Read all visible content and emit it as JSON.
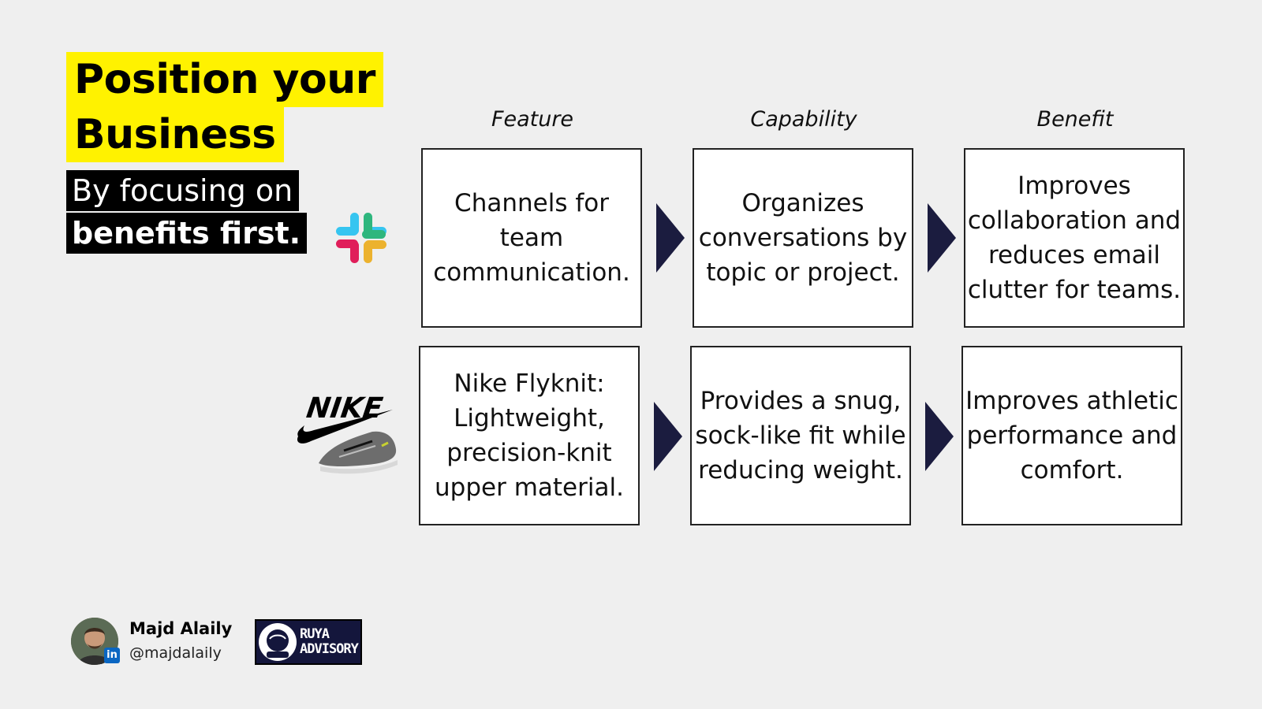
{
  "title": {
    "line1": "Position your",
    "line2": "Business"
  },
  "subtitle": {
    "line1": "By focusing on",
    "line2": "benefits first."
  },
  "columns": {
    "feature": "Feature",
    "capability": "Capability",
    "benefit": "Benefit"
  },
  "rows": [
    {
      "logo": "slack-logo",
      "feature": "Channels for team\ncommunication.",
      "capability": "Organizes\nconversations by\ntopic or project.",
      "benefit": "Improves\ncollaboration and\nreduces email\nclutter for teams."
    },
    {
      "logo": "nike-logo",
      "logo_text": "NIKE",
      "feature": "Nike Flyknit:\nLightweight,\nprecision-knit\nupper material.",
      "capability": "Provides a snug,\nsock-like fit while\nreducing weight.",
      "benefit": "Improves athletic\nperformance and\ncomfort."
    }
  ],
  "footer": {
    "author_name": "Majd Alaily",
    "author_handle": "@majdalaily",
    "linkedin_badge": "in",
    "brand_line1": "RUYA",
    "brand_line2": "ADVISORY"
  },
  "colors": {
    "background": "#efefef",
    "title_highlight": "#fff200",
    "subtitle_bg": "#000000",
    "arrow": "#1b1c3f",
    "brand_bg": "#14163c"
  },
  "icons": [
    "slack-icon",
    "nike-swoosh-icon",
    "sneaker-icon",
    "linkedin-icon",
    "astronaut-icon"
  ]
}
